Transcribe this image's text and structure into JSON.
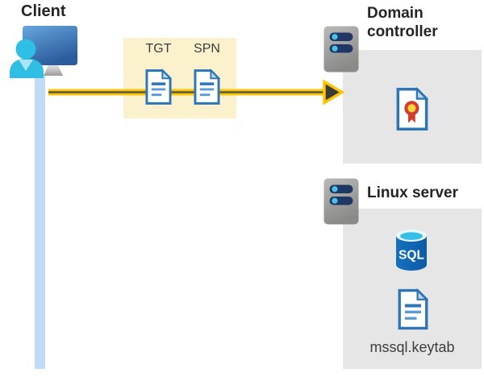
{
  "client": {
    "label": "Client"
  },
  "ticket_box": {
    "tgt_label": "TGT",
    "spn_label": "SPN"
  },
  "domain_controller": {
    "label": "Domain controller"
  },
  "linux_server": {
    "label": "Linux server"
  },
  "sql_database": {
    "label": "SQL"
  },
  "keytab": {
    "label": "mssql.keytab"
  },
  "colors": {
    "highlight_box_yellow": "#FBF2CD",
    "panel_gray": "#E6E6E6",
    "arrow_yellow": "#FDC504",
    "arrow_dark_stripe": "#5E5C44",
    "arrowhead_fill": "#3B3B3B",
    "lifeline_blue": "#C1DBF6",
    "document_border_blue": "#2E75B6",
    "document_fold_blue": "#BDD7EE",
    "server_body_gray": "#A9A9A7",
    "server_bar_navy": "#1E3765",
    "server_dot_cyan": "#4AC2E8",
    "sql_cylinder_blue": "#0E63B3",
    "sql_top_cyan": "#35BEE8",
    "certificate_red": "#D23B2E",
    "certificate_gold": "#FFD23E",
    "person_cyan": "#2FBEE4",
    "monitor_blue_dark": "#2B5C9B"
  }
}
